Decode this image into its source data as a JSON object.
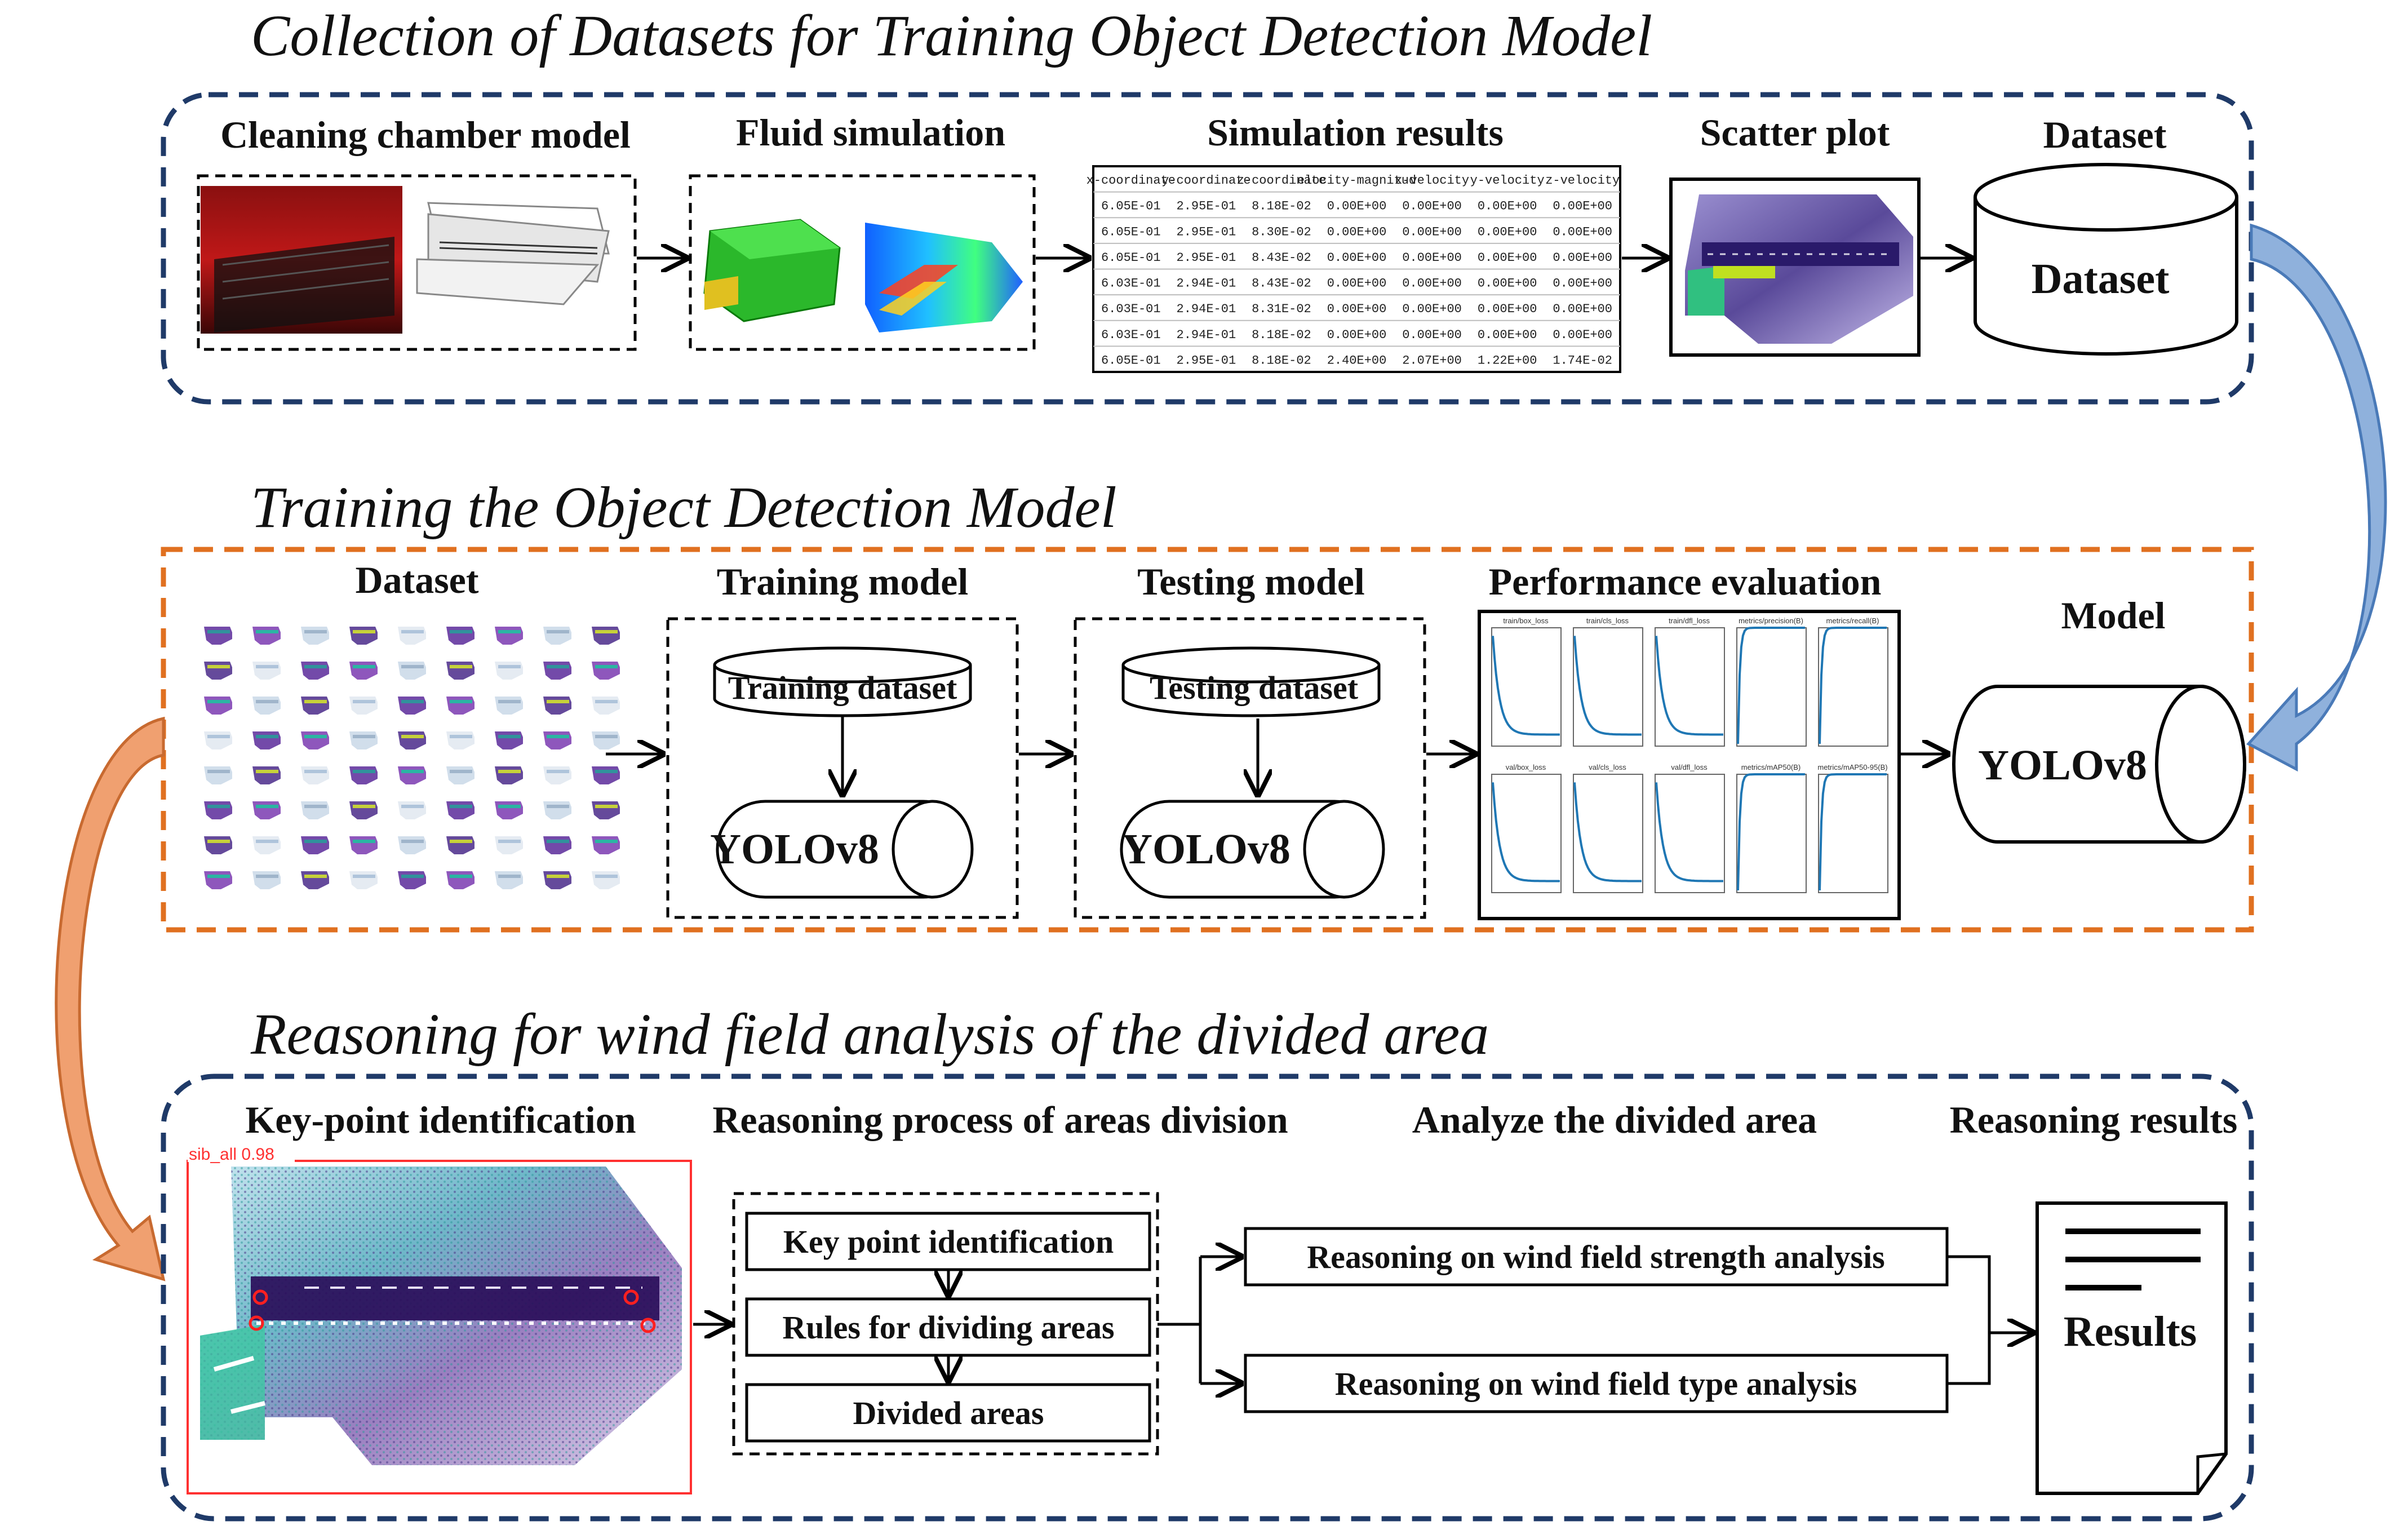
{
  "sections": {
    "collection": {
      "title": "Collection of Datasets for Training Object Detection Model",
      "cleaning_label": "Cleaning chamber model",
      "fluid_label": "Fluid simulation",
      "sim_label": "Simulation results",
      "scatter_label": "Scatter plot",
      "dataset_label": "Dataset",
      "dataset_cyl_text": "Dataset",
      "sim_table": {
        "headers": [
          "x-coordinate",
          "y-coordinate",
          "z-coordinate",
          "elocity-magnitud",
          "x-velocity",
          "y-velocity",
          "z-velocity"
        ],
        "rows": [
          [
            "6.05E-01",
            "2.95E-01",
            "8.18E-02",
            "0.00E+00",
            "0.00E+00",
            "0.00E+00",
            "0.00E+00"
          ],
          [
            "6.05E-01",
            "2.95E-01",
            "8.30E-02",
            "0.00E+00",
            "0.00E+00",
            "0.00E+00",
            "0.00E+00"
          ],
          [
            "6.05E-01",
            "2.95E-01",
            "8.43E-02",
            "0.00E+00",
            "0.00E+00",
            "0.00E+00",
            "0.00E+00"
          ],
          [
            "6.03E-01",
            "2.94E-01",
            "8.43E-02",
            "0.00E+00",
            "0.00E+00",
            "0.00E+00",
            "0.00E+00"
          ],
          [
            "6.03E-01",
            "2.94E-01",
            "8.31E-02",
            "0.00E+00",
            "0.00E+00",
            "0.00E+00",
            "0.00E+00"
          ],
          [
            "6.03E-01",
            "2.94E-01",
            "8.18E-02",
            "0.00E+00",
            "0.00E+00",
            "0.00E+00",
            "0.00E+00"
          ],
          [
            "6.05E-01",
            "2.95E-01",
            "8.18E-02",
            "2.40E+00",
            "2.07E+00",
            "1.22E+00",
            "1.74E-02"
          ]
        ]
      }
    },
    "training": {
      "title": "Training the Object Detection Model",
      "dataset_label": "Dataset",
      "train_label": "Training model",
      "test_label": "Testing model",
      "perf_label": "Performance evaluation",
      "model_label": "Model",
      "train_db": "Training dataset",
      "test_db": "Testing dataset",
      "yolo": "YOLOv8",
      "perf_panels": [
        "train/box_loss",
        "train/cls_loss",
        "train/dfl_loss",
        "metrics/precision(B)",
        "metrics/recall(B)",
        "val/box_loss",
        "val/cls_loss",
        "val/dfl_loss",
        "metrics/mAP50(B)",
        "metrics/mAP50-95(B)"
      ]
    },
    "reasoning": {
      "title": "Reasoning for wind field analysis of the divided area",
      "keypoint_label": "Key-point identification",
      "process_label": "Reasoning process of areas division",
      "analyze_label": "Analyze the divided area",
      "results_label": "Reasoning results",
      "detect_tag": "sib_all 0.98",
      "steps": [
        "Key point identification",
        "Rules for dividing areas",
        "Divided areas"
      ],
      "analysis": [
        "Reasoning on wind field strength analysis",
        "Reasoning on wind field type analysis"
      ],
      "results_doc": "Results"
    }
  },
  "colors": {
    "navy_dash": "#1f3a68",
    "orange_dash": "#e07020",
    "blue_arrow": "#8fb1dc",
    "orange_arrow": "#f0a070"
  }
}
